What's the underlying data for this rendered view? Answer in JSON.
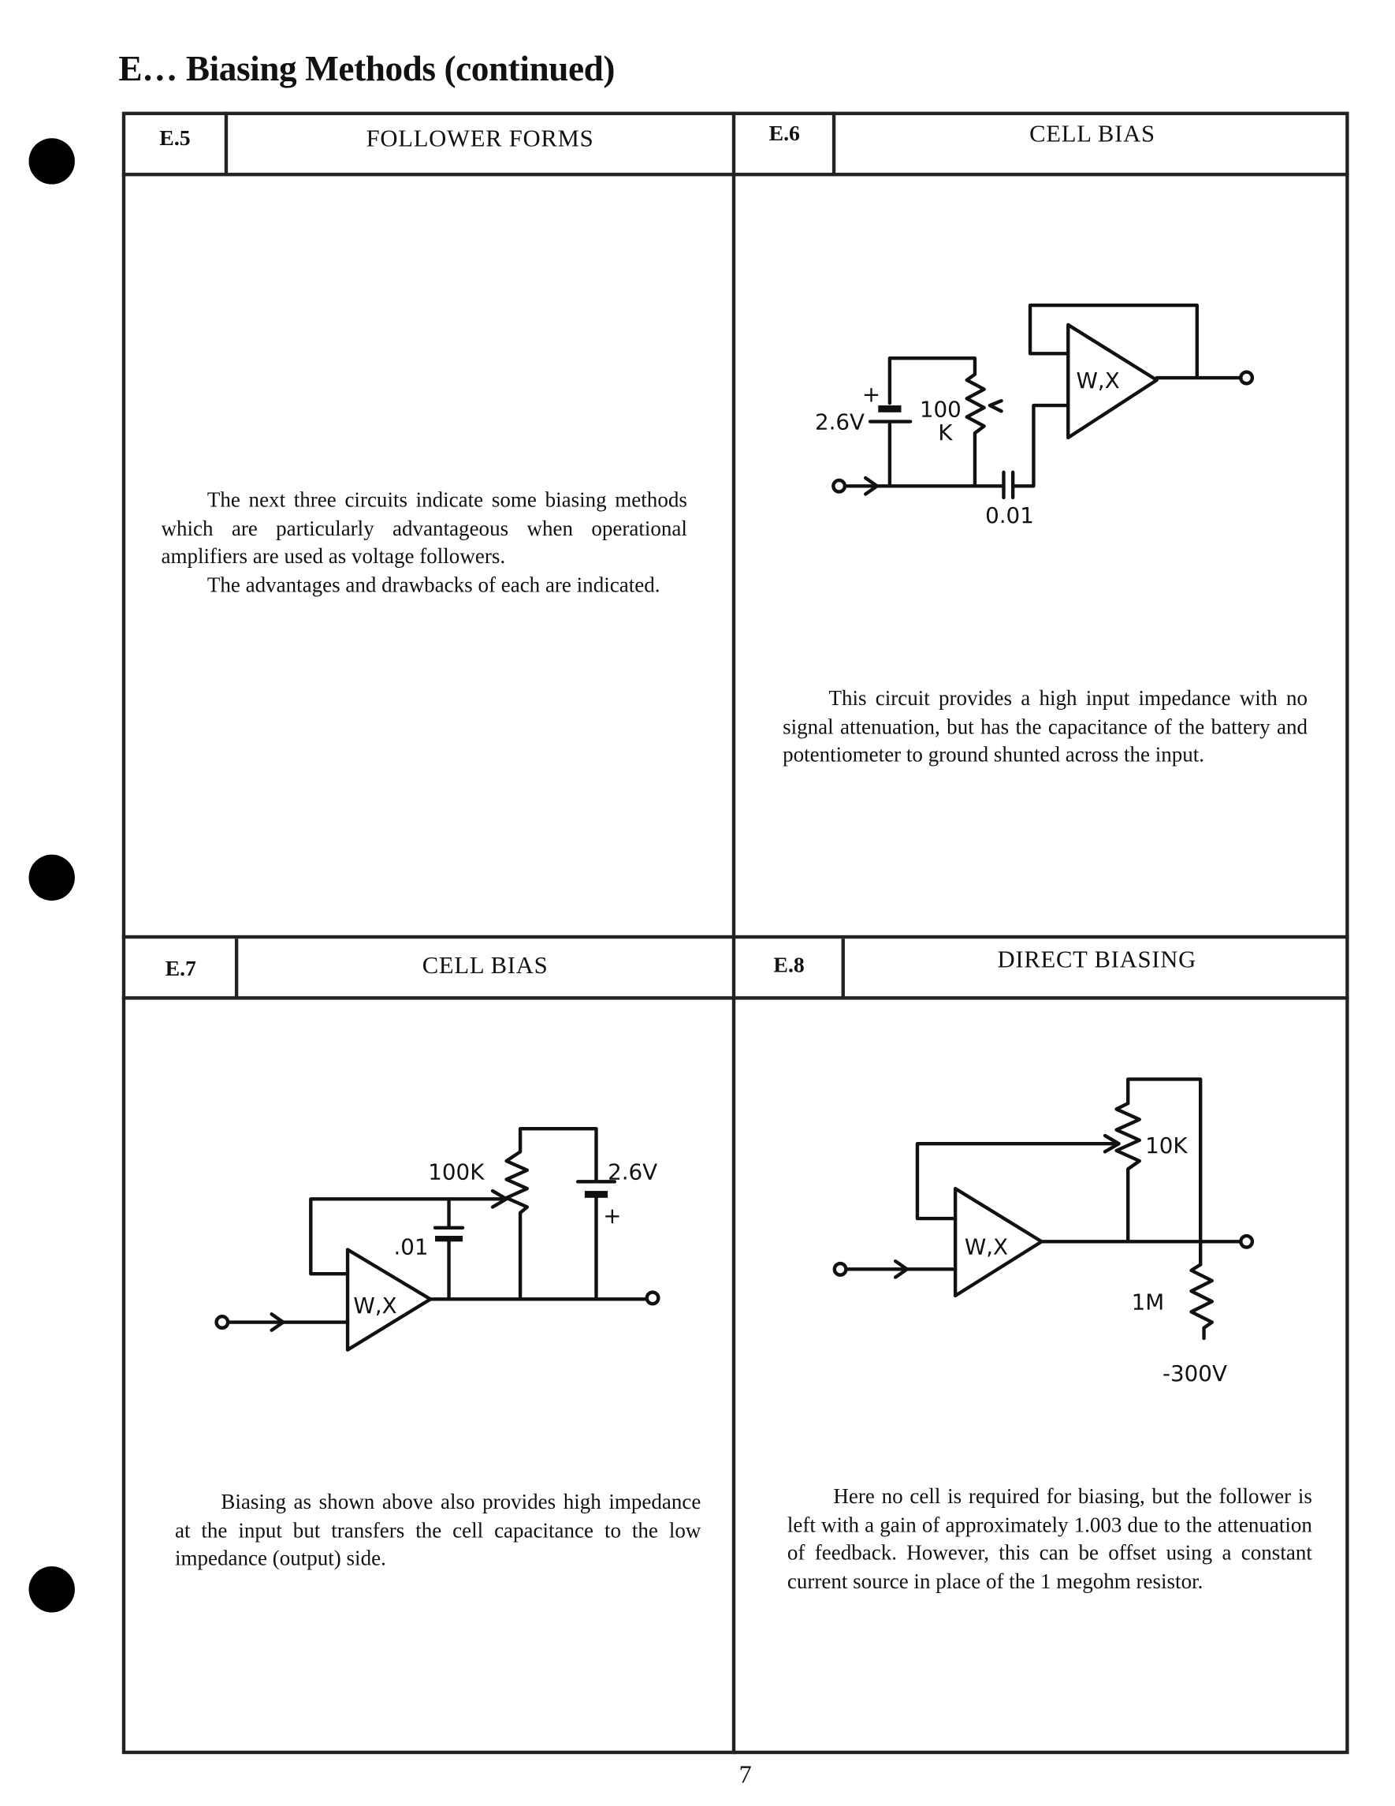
{
  "page_title": "E… Biasing Methods (continued)",
  "page_number": "7",
  "sections": [
    {
      "number": "E.5",
      "title": "FOLLOWER FORMS",
      "paragraphs": [
        "The next three circuits indicate some biasing methods which are particularly advantageous when operational amplifiers are used as voltage followers.",
        "The advantages and drawbacks of each are indicated."
      ]
    },
    {
      "number": "E.6",
      "title": "CELL BIAS",
      "circuit": {
        "amp": "W,X",
        "battery": "2.6V",
        "battery_plus": "+",
        "pot_value": "100",
        "pot_unit": "K",
        "capacitor": "0.01"
      },
      "paragraphs": [
        "This circuit provides a high input impedance with no signal attenuation, but has the capacitance of the battery and potentiometer to ground shunted across the input."
      ]
    },
    {
      "number": "E.7",
      "title": "CELL BIAS",
      "circuit": {
        "amp": "W,X",
        "battery": "2.6V",
        "battery_plus": "+",
        "pot": "100K",
        "capacitor": ".01"
      },
      "paragraphs": [
        "Biasing as shown above also provides high impedance at the input but transfers the cell capacitance to the low impedance (output) side."
      ]
    },
    {
      "number": "E.8",
      "title": "DIRECT BIASING",
      "circuit": {
        "amp": "W,X",
        "pot": "10K",
        "resistor": "1M",
        "supply": "-300V"
      },
      "paragraphs": [
        "Here no cell is required for biasing, but the follower is left with a gain of approximately 1.003 due to the attenuation of feedback. However, this can be offset using a constant current source in place of the 1 megohm resistor."
      ]
    }
  ]
}
